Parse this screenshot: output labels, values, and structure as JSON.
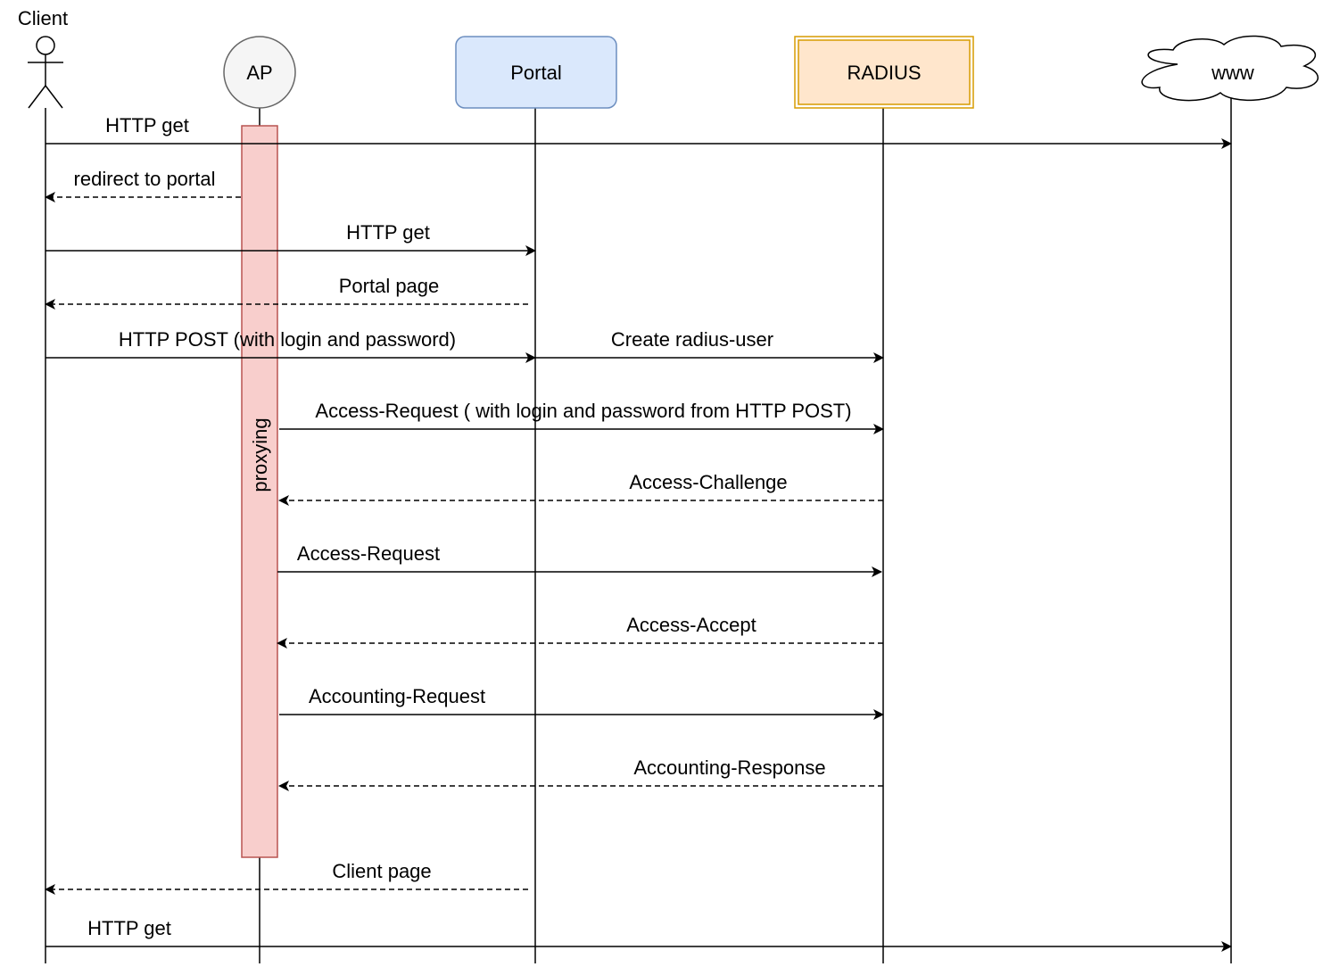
{
  "participants": {
    "client": "Client",
    "ap": "AP",
    "portal": "Portal",
    "radius": "RADIUS",
    "www": "www"
  },
  "activation_label": "proxying",
  "messages": [
    {
      "label": "HTTP get",
      "style": "solid"
    },
    {
      "label": "redirect to portal",
      "style": "dashed"
    },
    {
      "label": "HTTP get",
      "style": "solid"
    },
    {
      "label": "Portal page",
      "style": "dashed"
    },
    {
      "label": "HTTP POST (with login and password)",
      "style": "solid"
    },
    {
      "label": "Create radius-user",
      "style": "solid"
    },
    {
      "label": "Access-Request ( with login and password from HTTP POST)",
      "style": "solid"
    },
    {
      "label": "Access-Challenge",
      "style": "dashed"
    },
    {
      "label": "Access-Request",
      "style": "solid"
    },
    {
      "label": "Access-Accept",
      "style": "dashed"
    },
    {
      "label": "Accounting-Request",
      "style": "solid"
    },
    {
      "label": "Accounting-Response",
      "style": "dashed"
    },
    {
      "label": "Client page",
      "style": "dashed"
    },
    {
      "label": "HTTP get",
      "style": "solid"
    }
  ],
  "colors": {
    "line": "#000000",
    "ap_fill": "#f5f5f5",
    "ap_stroke": "#666666",
    "portal_fill": "#dae8fc",
    "portal_stroke": "#6c8ebf",
    "radius_fill": "#ffe6cc",
    "radius_stroke": "#d79b00",
    "activation_fill": "#f8cecc",
    "activation_stroke": "#b85450"
  }
}
